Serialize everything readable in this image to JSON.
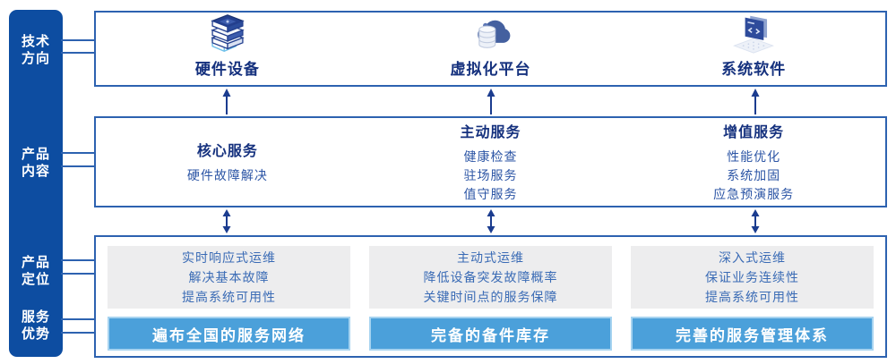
{
  "colors": {
    "sidebar_bg": "#0D4DA1",
    "box_border": "#2D62B0",
    "arrow": "#1B3C8F",
    "title_text": "#15317E",
    "item_text": "#2C55A5",
    "card_bg": "#EDEDEE",
    "card_text": "#3A6BB5",
    "banner_bg": "#4BA0DA",
    "banner_border": "#A6D3F0"
  },
  "sidebar": {
    "labels": [
      "技术\n方向",
      "产品\n内容",
      "产品\n定位",
      "服务\n优势"
    ]
  },
  "tech_directions": {
    "items": [
      {
        "icon": "server-stack-icon",
        "label": "硬件设备"
      },
      {
        "icon": "cloud-database-icon",
        "label": "虚拟化平台"
      },
      {
        "icon": "code-window-icon",
        "label": "系统软件"
      }
    ]
  },
  "product_content": {
    "columns": [
      {
        "title": "核心服务",
        "items": [
          "硬件故障解决"
        ]
      },
      {
        "title": "主动服务",
        "items": [
          "健康检查",
          "驻场服务",
          "值守服务"
        ]
      },
      {
        "title": "增值服务",
        "items": [
          "性能优化",
          "系统加固",
          "应急预演服务"
        ]
      }
    ]
  },
  "positioning": {
    "columns": [
      {
        "lines": [
          "实时响应式运维",
          "解决基本故障",
          "提高系统可用性"
        ],
        "banner": "遍布全国的服务网络"
      },
      {
        "lines": [
          "主动式运维",
          "降低设备突发故障概率",
          "关键时间点的服务保障"
        ],
        "banner": "完备的备件库存"
      },
      {
        "lines": [
          "深入式运维",
          "保证业务连续性",
          "提高系统可用性"
        ],
        "banner": "完善的服务管理体系"
      }
    ]
  }
}
